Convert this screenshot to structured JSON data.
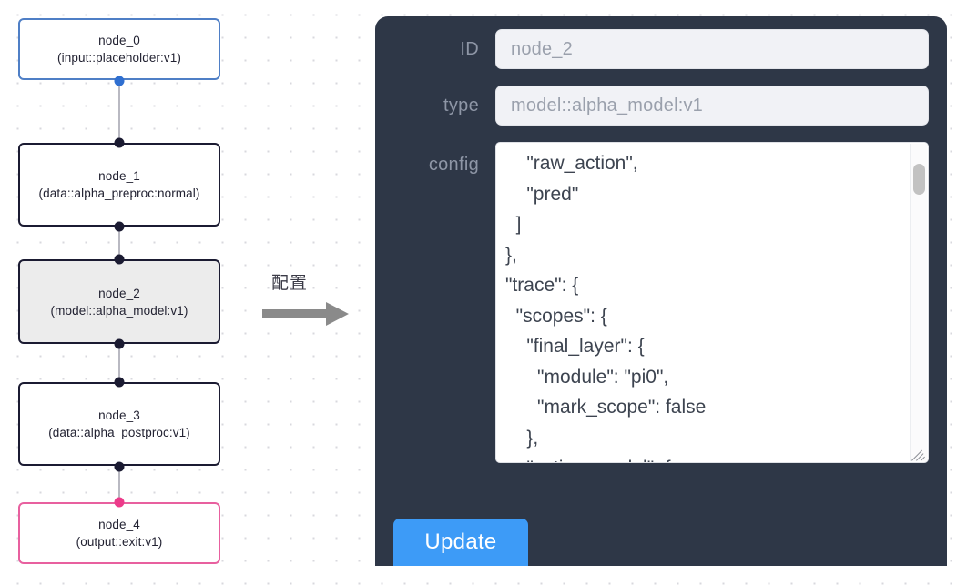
{
  "graph": {
    "nodes": [
      {
        "id": "node_0",
        "type": "(input::placeholder:v1)",
        "state": "input"
      },
      {
        "id": "node_1",
        "type": "(data::alpha_preproc:normal)",
        "state": "default"
      },
      {
        "id": "node_2",
        "type": "(model::alpha_model:v1)",
        "state": "selected"
      },
      {
        "id": "node_3",
        "type": "(data::alpha_postproc:v1)",
        "state": "default"
      },
      {
        "id": "node_4",
        "type": "(output::exit:v1)",
        "state": "output"
      }
    ],
    "colors": {
      "input_border": "#4f7fc6",
      "output_border": "#e8609f",
      "default_border": "#1b1b32",
      "selected_fill": "#ececec",
      "edge": "#b9b9c2",
      "handle": "#1b1b32",
      "handle_input": "#2f6fd0",
      "handle_output": "#ec3b8a"
    }
  },
  "arrow": {
    "label": "配置",
    "icon": "arrow-right-icon",
    "color": "#8a8a8a"
  },
  "panel": {
    "background": "#2e3747",
    "fields": [
      {
        "key": "id",
        "label": "ID",
        "value": "node_2"
      },
      {
        "key": "type",
        "label": "type",
        "value": "model::alpha_model:v1"
      }
    ],
    "config": {
      "label": "config",
      "value": "    \"raw_action\",\n    \"pred\"\n  ]\n},\n\"trace\": {\n  \"scopes\": {\n    \"final_layer\": {\n      \"module\": \"pi0\",\n      \"mark_scope\": false\n    },\n    \"action_model\": {"
    },
    "update_label": "Update",
    "update_color": "#3d9bf7"
  }
}
